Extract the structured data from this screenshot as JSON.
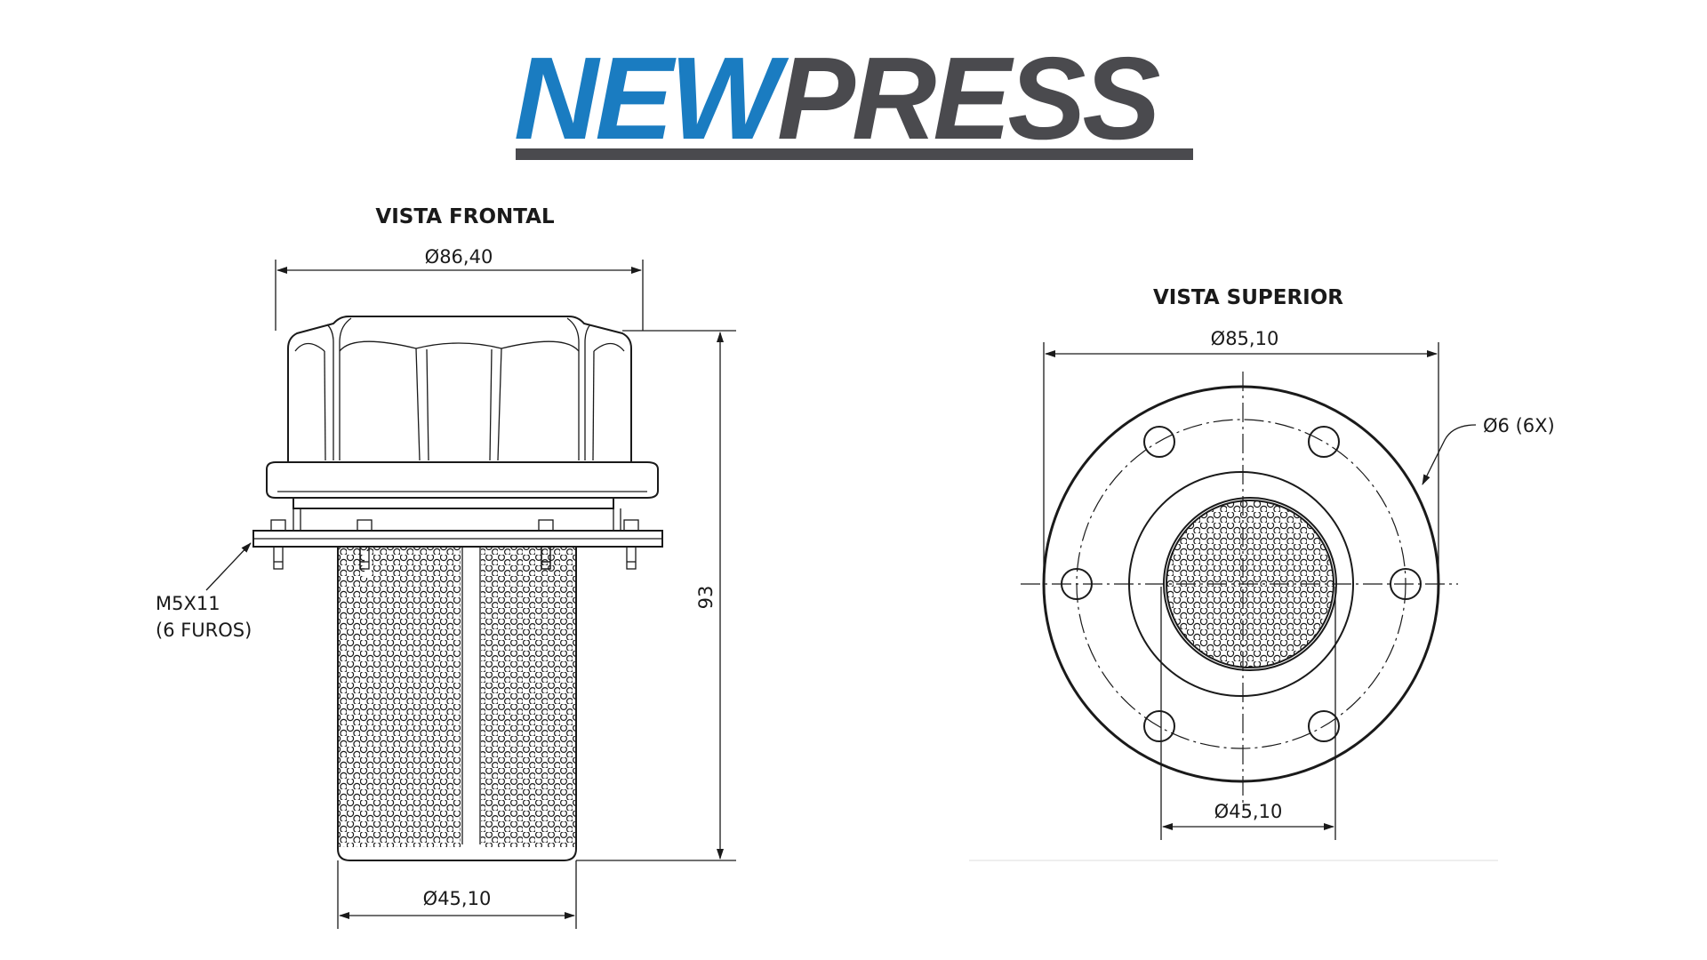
{
  "logo": {
    "part1": "NEW",
    "part2": "PRESS",
    "color_blue": "#1a7cc1",
    "color_gray": "#4a4a4e"
  },
  "front_view": {
    "title": "VISTA FRONTAL",
    "dim_top": "Ø86,40",
    "dim_height": "93",
    "dim_bottom": "Ø45,10",
    "callout_line1": "M5X11",
    "callout_line2": "(6 FUROS)"
  },
  "top_view": {
    "title": "VISTA SUPERIOR",
    "dim_top": "Ø85,10",
    "dim_holes": "Ø6 (6X)",
    "dim_bottom": "Ø45,10"
  },
  "colors": {
    "ink": "#1a1a1a",
    "background": "#ffffff"
  }
}
